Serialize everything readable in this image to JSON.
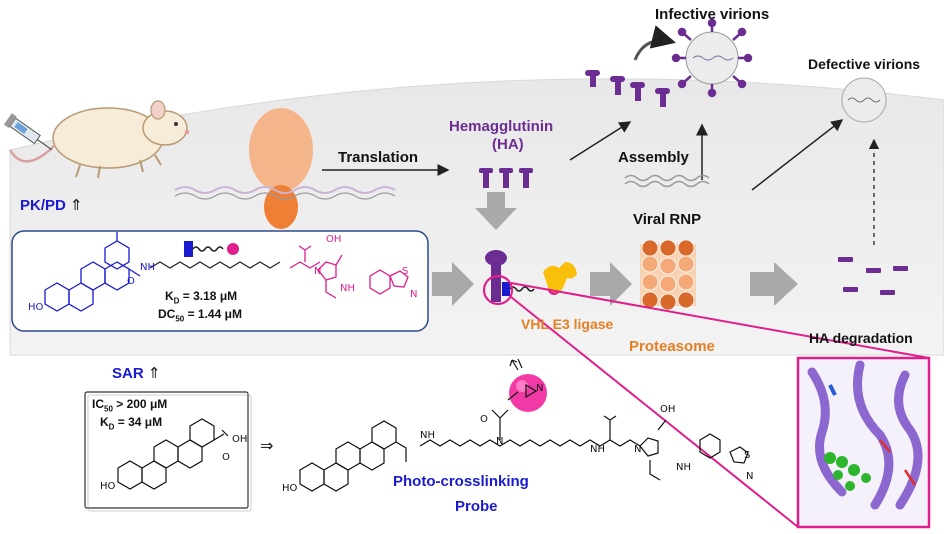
{
  "labels": {
    "infective_virions": "Infective virions",
    "defective_virions": "Defective virions",
    "hemagglutinin": "Hemagglutinin",
    "ha_abbrev": "(HA)",
    "translation": "Translation",
    "assembly": "Assembly",
    "viral_rnp": "Viral RNP",
    "pkpd": "PK/PD",
    "pkpd_arrow": "⇑",
    "vhl_e3_ligase": "VHL E3 ligase",
    "proteasome": "Proteasome",
    "ha_degradation": "HA degradation",
    "sar": "SAR",
    "sar_arrow": "⇑",
    "photo_crosslinking": "Photo-crosslinking",
    "probe": "Probe",
    "implies": "⇒"
  },
  "protac_box": {
    "kd_label": "K",
    "kd_sub": "D",
    "kd_value": " = 3.18 μM",
    "dc_label": "DC",
    "dc_sub": "50",
    "dc_value": " = 1.44 μM",
    "ho": "HO",
    "nh": "NH",
    "oh": "OH",
    "o": "O",
    "n": "N",
    "s": "S"
  },
  "sar_box": {
    "ic_label": "IC",
    "ic_sub": "50",
    "ic_value": " > 200 μM",
    "kd_label": "K",
    "kd_sub": "D",
    "kd_value": " = 34 μM",
    "ho": "HO",
    "oh": "OH",
    "o": "O"
  },
  "probe_struct": {
    "ho": "HO",
    "oh": "OH",
    "nh": "NH",
    "n": "N",
    "o": "O",
    "s": "S"
  },
  "colors": {
    "ha_purple": "#6b2d91",
    "blue_text": "#1a1acf",
    "orange_text": "#e67e22",
    "magenta": "#e01e8c",
    "cell_gray": "#f0f0f0",
    "box_border": "#2c4a8a"
  }
}
